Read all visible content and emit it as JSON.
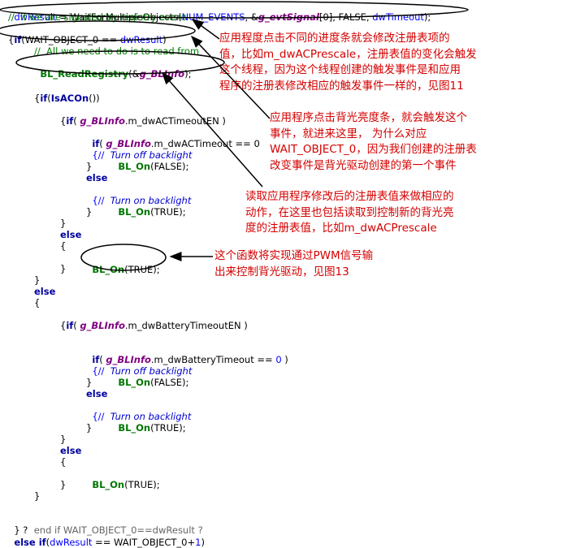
{
  "code": {
    "l1": {
      "a": "dwResult",
      " b": "",
      "eq": " = WaitForMultipleObjects(",
      "c1": "NUM_EVENTS",
      ",": ", &",
      "g": "g_evtSignal",
      "tail": "[0], FALSE, ",
      "d": "dwTimeout",
      "end": ");"
    },
    "l2": "//  If we are signaled by registry event",
    "l3a": "if",
    "l3b": "(WAIT_OBJECT_0 == ",
    "l3c": "dwResult",
    "l3d": ")",
    "l4": "{",
    "l5": "//  All we need to do is to read from",
    "l6a": "BL_ReadRegistry",
    "l6b": "(&",
    "l6c": "g_BLInfo",
    "l6d": ");",
    "l7a": "if",
    "l7b": "(",
    "l7c": "IsACOn",
    "l7d": "())",
    "l8": "{",
    "l9a": "if",
    "l9b": "( ",
    "l9c": "g_BLInfo",
    "l9d": ".m_dwACTimeoutEN )",
    "l10": "{",
    "l11a": "if",
    "l11b": "( ",
    "l11c": "g_BLInfo",
    "l11d": ".m_dwACTimeout == 0",
    "l12a": "{//  ",
    "l12b": "Turn off backlight",
    "l13a": "BL_On",
    "l13b": "(FALSE);",
    "l14": "}",
    "l15": "else",
    "l16a": "{//  ",
    "l16b": "Turn on backlight",
    "l17a": "BL_On",
    "l17b": "(TRUE);",
    "l18": "}",
    "l19": "}",
    "l20": "else",
    "l21": "{",
    "l22a": "BL_On",
    "l22b": "(TRUE);",
    "l23": "}",
    "l24": "}",
    "l25": "else",
    "l26": "{",
    "l27a": "if",
    "l27b": "( ",
    "l27c": "g_BLInfo",
    "l27d": ".m_dwBatteryTimeoutEN )",
    "l28": "{",
    "l29a": "if",
    "l29b": "( ",
    "l29c": "g_BLInfo",
    "l29d": ".m_dwBatteryTimeout == ",
    "l29e": "0",
    "l29f": " )",
    "l30a": "{//  ",
    "l30b": "Turn off backlight",
    "l31a": "BL_On",
    "l31b": "(FALSE);",
    "l32": "}",
    "l33": "else",
    "l34a": "{//  ",
    "l34b": "Turn on backlight",
    "l35a": "BL_On",
    "l35b": "(TRUE);",
    "l36": "}",
    "l37": "}",
    "l38": "else",
    "l39": "{",
    "l40a": "BL_On",
    "l40b": "(TRUE);",
    "l41": "}",
    "l42": "}",
    "l43a": "} ?",
    "l43b": "  end if WAIT_OBJECT_0==dwResult ?",
    "l44a": "else if",
    "l44b": "(",
    "l44c": "dwResult",
    "l44d": " == WAIT_OBJECT_0+",
    "l44e": "1",
    "l44f": ")"
  },
  "annotations": {
    "a1": "应用程度点击不同的进度条就会修改注册表项的\n值，比如m_dwACPrescale，注册表值的变化会触发\n这个线程，因为这个线程创建的触发事件是和应用\n程序的注册表修改相应的触发事件一样的，见图11",
    "a2": "应用程序点击背光亮度条，就会触发这个\n事件，就进来这里， 为什么对应\nWAIT_OBJECT_0，因为我们创建的注册表\n改变事件是背光驱动创建的第一个事件",
    "a3": "读取应用程序修改后的注册表值来做相应的\n动作，在这里也包括读取到控制新的背光亮\n度的注册表值，比如m_dwACPrescale",
    "a4": "这个函数将实现通过PWM信号输\n出来控制背光驱动，见图13"
  },
  "colors": {
    "annotation": "#d40000",
    "keyword": "#0000a0",
    "function": "#007700",
    "global": "#800080",
    "comment": "#0000cc"
  }
}
